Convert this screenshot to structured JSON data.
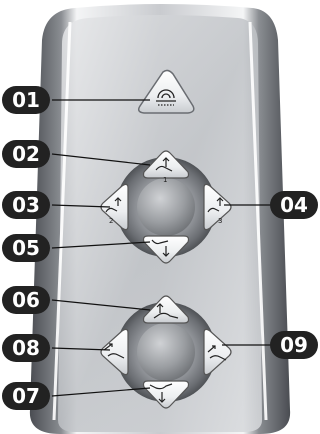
{
  "callouts": [
    {
      "id": "c01",
      "label": "01"
    },
    {
      "id": "c02",
      "label": "02"
    },
    {
      "id": "c03",
      "label": "03"
    },
    {
      "id": "c04",
      "label": "04"
    },
    {
      "id": "c05",
      "label": "05"
    },
    {
      "id": "c06",
      "label": "06"
    },
    {
      "id": "c07",
      "label": "07"
    },
    {
      "id": "c08",
      "label": "08"
    },
    {
      "id": "c09",
      "label": "09"
    }
  ],
  "buttons": {
    "top_button": {
      "icon": "ac-power-icon"
    },
    "upper_pad": {
      "up": {
        "icon": "backrest-up-icon",
        "digit": "1"
      },
      "left": {
        "icon": "backrest-up-icon",
        "digit": "2"
      },
      "right": {
        "icon": "backrest-up-icon",
        "digit": "3"
      },
      "down": {
        "icon": "backrest-down-icon"
      }
    },
    "lower_pad": {
      "up": {
        "icon": "leg-up-icon"
      },
      "left": {
        "icon": "recline-icon"
      },
      "right": {
        "icon": "recline-icon"
      },
      "down": {
        "icon": "leg-down-icon"
      }
    }
  },
  "colors": {
    "panel_dark": "#5a5d62",
    "panel_light": "#d9dbde",
    "callout_bg": "#222222",
    "callout_text": "#ffffff"
  }
}
